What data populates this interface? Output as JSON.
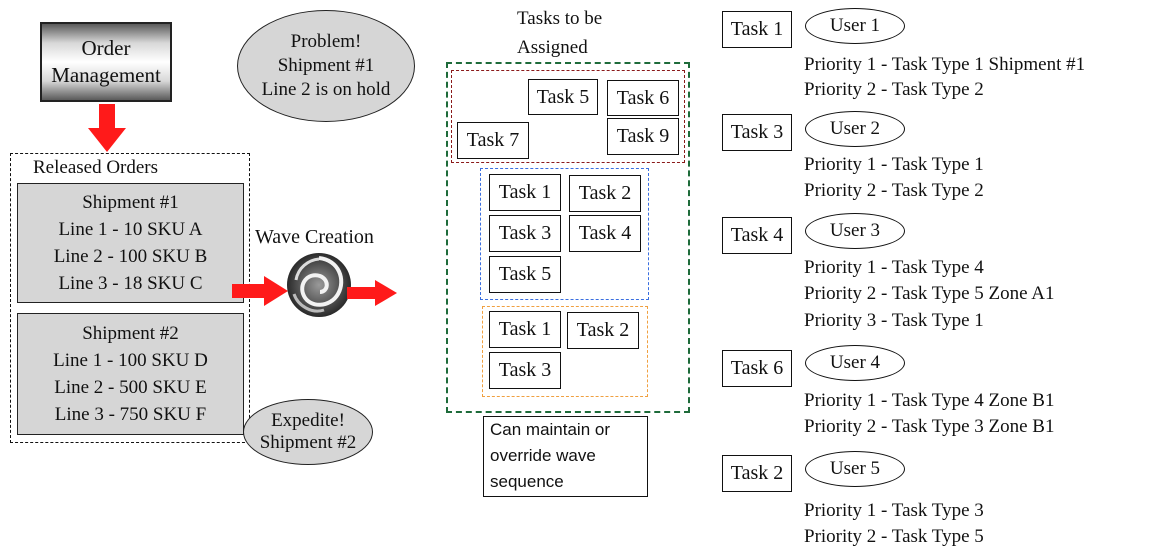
{
  "order_management": {
    "line1": "Order",
    "line2": "Management"
  },
  "released_orders": {
    "title": "Released Orders",
    "shipments": [
      {
        "title": "Shipment #1",
        "lines": [
          "Line 1 - 10 SKU A",
          "Line 2 - 100 SKU B",
          "Line 3 - 18 SKU C"
        ]
      },
      {
        "title": "Shipment #2",
        "lines": [
          "Line 1 - 100 SKU D",
          "Line 2 - 500 SKU E",
          "Line 3 - 750 SKU F"
        ]
      }
    ]
  },
  "problem": {
    "line1": "Problem!",
    "line2": "Shipment #1",
    "line3": "Line 2 is on hold"
  },
  "expedite": {
    "line1": "Expedite!",
    "line2": "Shipment #2"
  },
  "wave_creation": "Wave Creation",
  "tasks_panel": {
    "title_line1": "Tasks to be",
    "title_line2": "Assigned",
    "red_group": [
      "Task 5",
      "Task 6",
      "Task 7",
      "Task 9"
    ],
    "blue_group": [
      "Task 1",
      "Task 2",
      "Task 3",
      "Task 4",
      "Task 5"
    ],
    "orange_group": [
      "Task 1",
      "Task 2",
      "Task 3"
    ],
    "note_lines": [
      "Can maintain or",
      "override wave",
      "sequence"
    ]
  },
  "assignments": [
    {
      "task": "Task 1",
      "user": "User 1",
      "priorities": [
        "Priority 1 - Task Type 1 Shipment #1",
        "Priority 2 - Task Type 2"
      ]
    },
    {
      "task": "Task 3",
      "user": "User 2",
      "priorities": [
        "Priority 1 - Task Type 1",
        "Priority 2 - Task Type 2"
      ]
    },
    {
      "task": "Task 4",
      "user": "User 3",
      "priorities": [
        "Priority 1 - Task Type 4",
        "Priority 2 - Task Type 5 Zone A1",
        "Priority 3 - Task Type 1"
      ]
    },
    {
      "task": "Task 6",
      "user": "User 4",
      "priorities": [
        "Priority 1 - Task Type 4 Zone B1",
        "Priority 2 - Task Type 3 Zone B1"
      ]
    },
    {
      "task": "Task 2",
      "user": "User 5",
      "priorities": [
        "Priority 1 - Task Type 3",
        "Priority 2 - Task Type 5"
      ]
    }
  ],
  "colors": {
    "arrow": "#ff1a1a",
    "frame": "#1e6b3a",
    "red_group": "#8b1a1a",
    "blue_group": "#3a6fe0",
    "orange_group": "#f0a040",
    "shipment_fill": "#d6d6d6"
  },
  "icons": {
    "wave": "swirl-icon",
    "arrow": "red-arrow-icon"
  }
}
